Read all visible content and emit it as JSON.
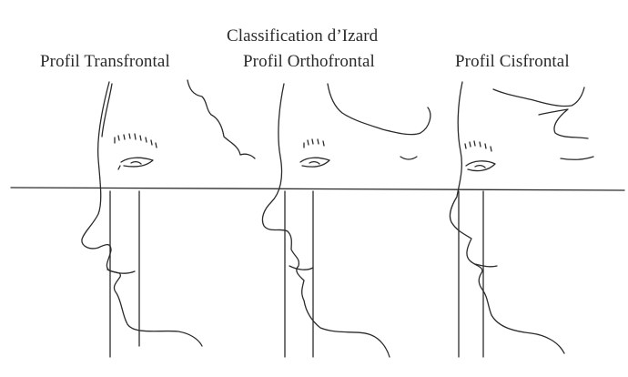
{
  "title": "Classification d’Izard",
  "profiles": [
    {
      "label": "Profil Transfrontal"
    },
    {
      "label": "Profil Orthofrontal"
    },
    {
      "label": "Profil Cisfrontal"
    }
  ],
  "colors": {
    "ink": "#2b2b2b",
    "background": "#ffffff"
  }
}
